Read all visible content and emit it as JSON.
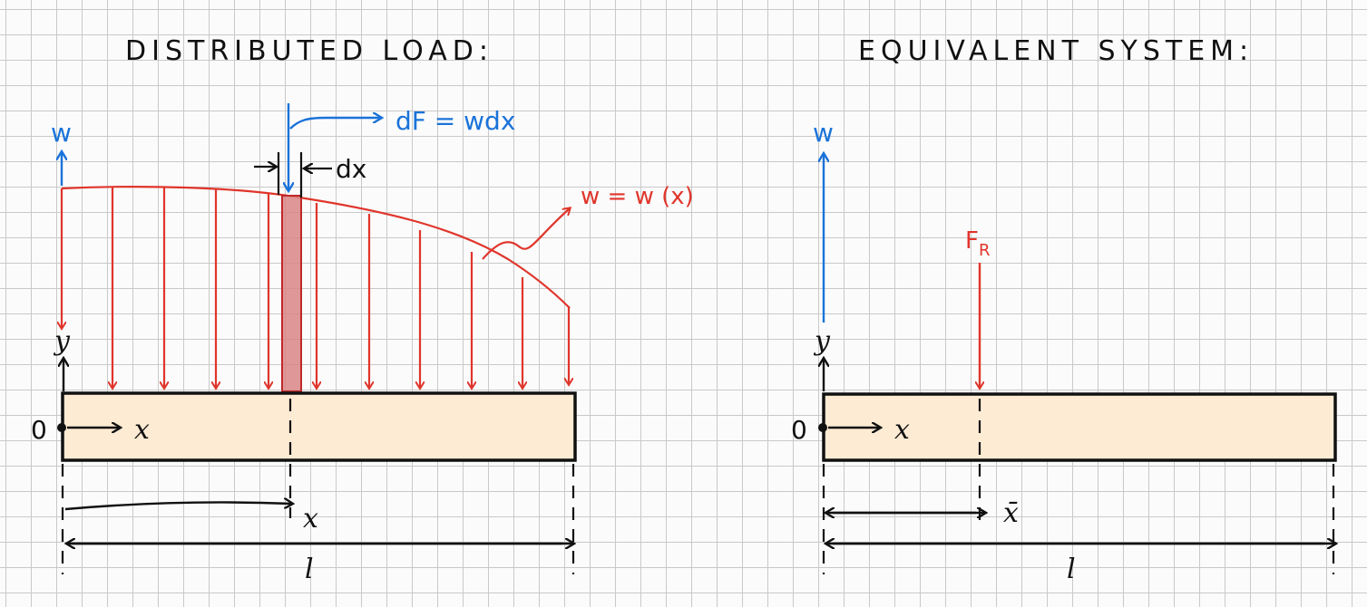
{
  "left": {
    "title": "DISTRIBUTED LOAD:",
    "w_axis_label": "w",
    "dF_label": "dF = wdx",
    "dx_label": "dx",
    "load_function_label": "w = w (x)",
    "y_axis_label": "y",
    "origin_label": "0",
    "x_axis_label": "x",
    "position_label": "x",
    "length_label": "l"
  },
  "right": {
    "title": "EQUIVALENT SYSTEM:",
    "w_axis_label": "w",
    "resultant_label": "F",
    "resultant_subscript": "R",
    "y_axis_label": "y",
    "origin_label": "0",
    "x_axis_label": "x",
    "centroid_label": "x̄",
    "length_label": "l"
  },
  "colors": {
    "load": "#e0352b",
    "axis_blue": "#1a73d9",
    "beam_fill": "#fdebd3",
    "beam_stroke": "#111111",
    "element_fill": "#d98585"
  }
}
